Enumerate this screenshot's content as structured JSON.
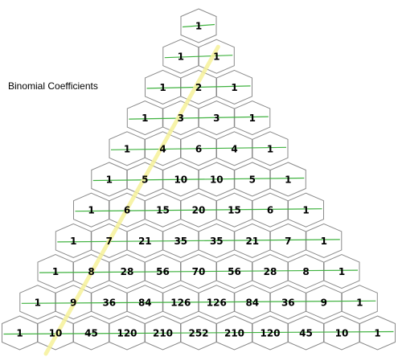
{
  "title": "Binomial Coefficients",
  "colors": {
    "background": "#ffffff",
    "hex_fill": "#ffffff",
    "hex_stroke": "#8a8a8a",
    "row_line": "#3fb23f",
    "diagonal": "#f6f29a",
    "text": "#000000"
  },
  "rows": [
    [
      1
    ],
    [
      1,
      1
    ],
    [
      1,
      2,
      1
    ],
    [
      1,
      3,
      3,
      1
    ],
    [
      1,
      4,
      6,
      4,
      1
    ],
    [
      1,
      5,
      10,
      10,
      5,
      1
    ],
    [
      1,
      6,
      15,
      20,
      15,
      6,
      1
    ],
    [
      1,
      7,
      21,
      35,
      35,
      21,
      7,
      1
    ],
    [
      1,
      8,
      28,
      56,
      70,
      56,
      28,
      8,
      1
    ],
    [
      1,
      9,
      36,
      84,
      126,
      126,
      84,
      36,
      9,
      1
    ],
    [
      1,
      10,
      45,
      120,
      210,
      252,
      210,
      120,
      45,
      10,
      1
    ]
  ]
}
